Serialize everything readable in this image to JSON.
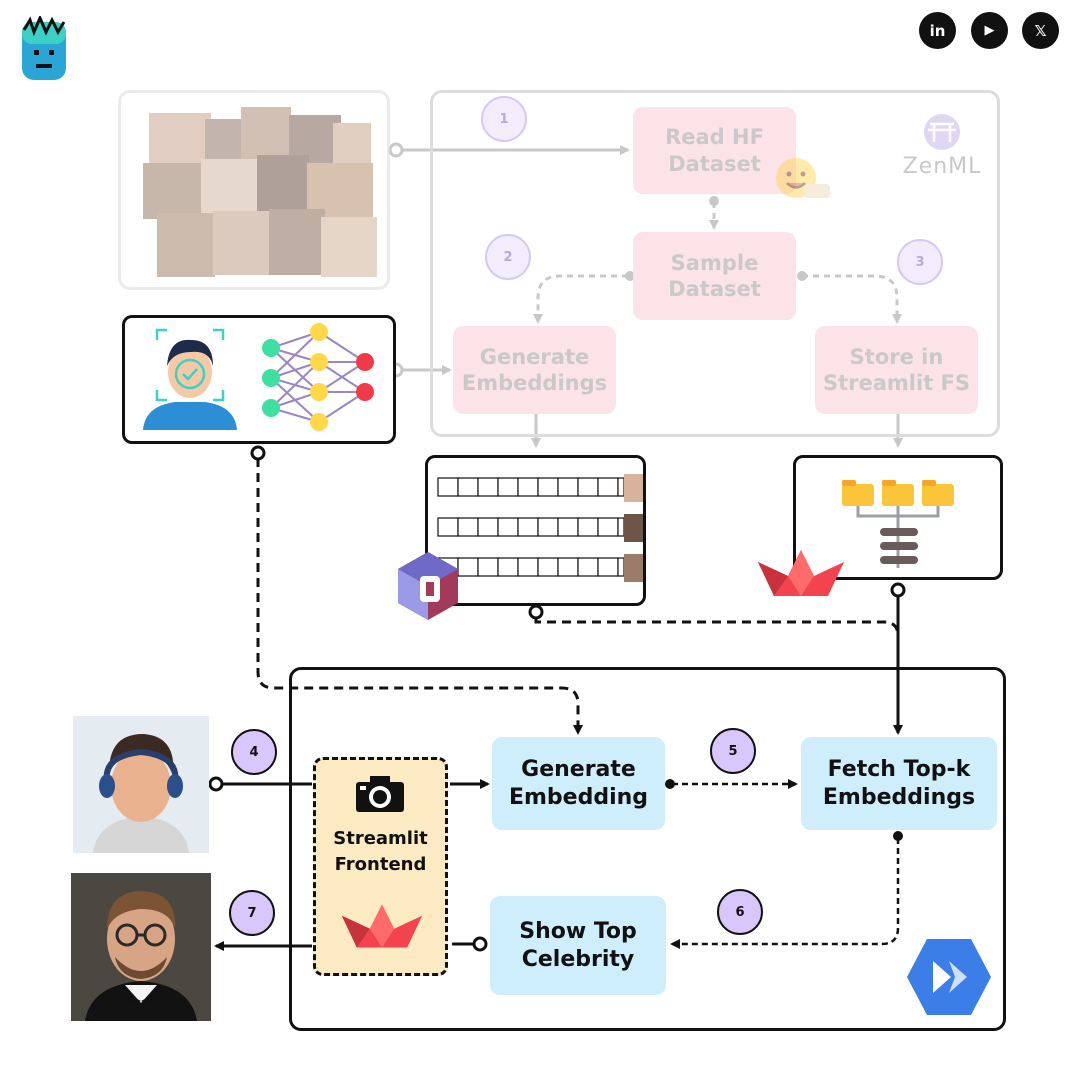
{
  "social": {
    "linkedin": "in",
    "youtube": "▶",
    "x": "𝕏"
  },
  "icons": {
    "logo": "brand-logo-icon",
    "face-verify": "face-verification-icon",
    "neural-net": "neural-network-icon",
    "huggingface": "huggingface-icon",
    "zenml": "zenml-logo-icon",
    "qdrant": "qdrant-logo-icon",
    "streamlit": "streamlit-logo-icon",
    "camera": "camera-icon",
    "folders": "folder-tree-icon",
    "gcp-run": "cloud-run-icon"
  },
  "pipeline": {
    "brand": "ZenML",
    "read": "Read HF\nDataset",
    "sample": "Sample\nDataset",
    "generate": "Generate\nEmbeddings",
    "store": "Store in\nStreamlit FS"
  },
  "app": {
    "frontend": "Streamlit\nFrontend",
    "gen_embedding": "Generate\nEmbedding",
    "fetch_topk": "Fetch Top-k\nEmbeddings",
    "show_top": "Show Top\nCelebrity"
  },
  "steps": [
    "1",
    "2",
    "3",
    "4",
    "5",
    "6",
    "7"
  ],
  "colors": {
    "faded_box": "#fbe3e8",
    "blue_box": "#cfeefb",
    "frontend": "#fcebc2",
    "badge": "#d9c6fb"
  }
}
